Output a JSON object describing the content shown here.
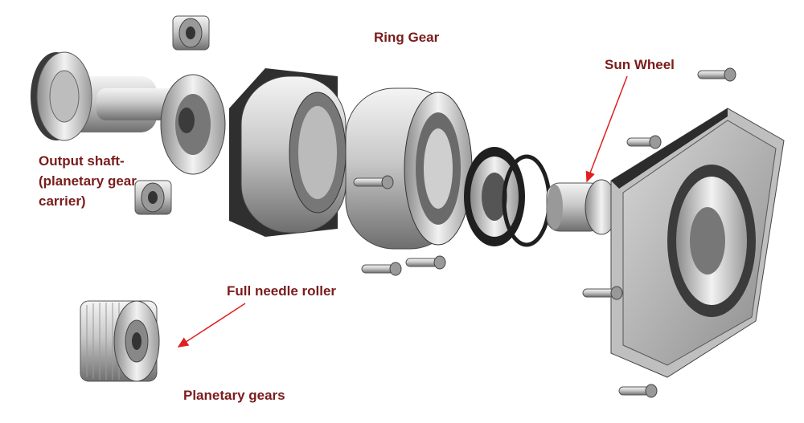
{
  "labels": {
    "ring_gear": "Ring Gear",
    "sun_wheel": "Sun Wheel",
    "output_shaft_line1": "Output shaft-",
    "output_shaft_line2": "(planetary gear",
    "output_shaft_line3": "carrier)",
    "full_needle_roller": "Full needle roller",
    "planetary_gears": "Planetary gears"
  },
  "colors": {
    "label_text": "#7a1c1c",
    "arrow": "#e02020",
    "metal_light": "#e6e6e6",
    "metal_dark": "#2a2a2a"
  }
}
